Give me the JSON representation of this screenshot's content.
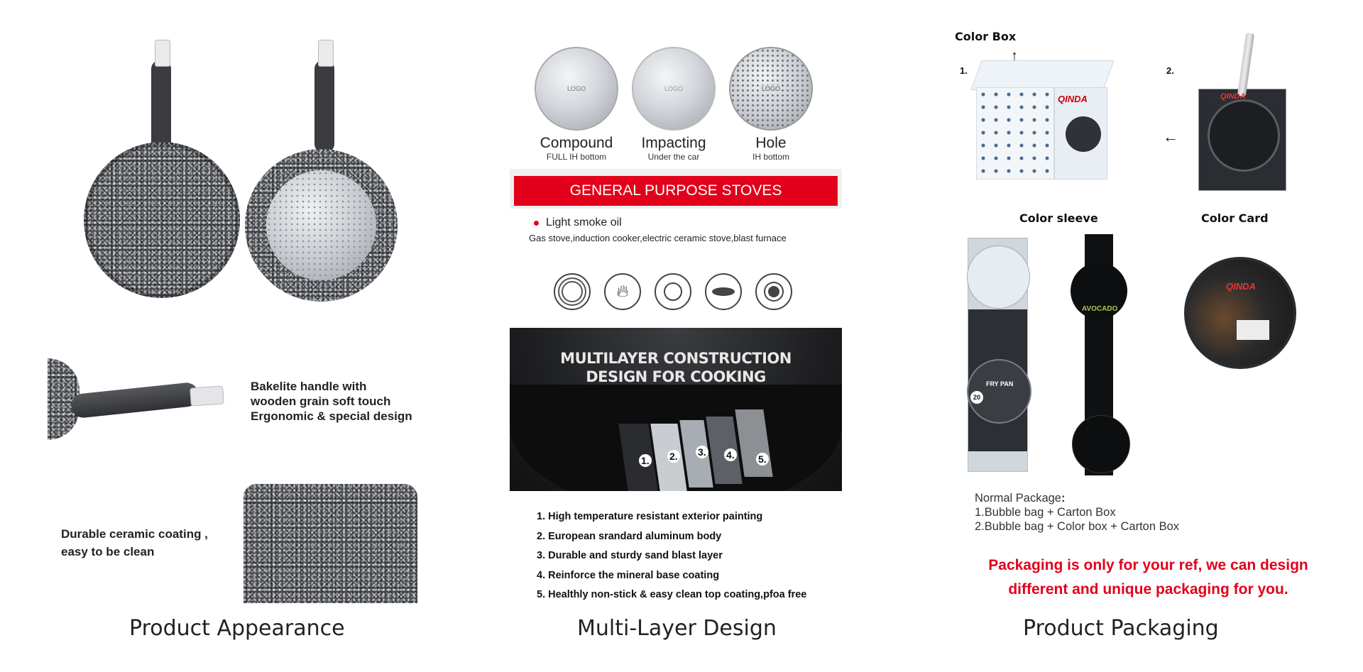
{
  "columns": [
    {
      "caption": "Product Appearance"
    },
    {
      "caption": "Multi-Layer Design"
    },
    {
      "caption": "Product Packaging"
    }
  ],
  "appearance": {
    "handle_text": [
      "Bakelite handle with",
      "wooden grain soft touch",
      "Ergonomic & special design"
    ],
    "coating_text": [
      "Durable ceramic coating ,",
      "easy to be clean"
    ]
  },
  "multilayer": {
    "bottoms": [
      {
        "name": "Compound",
        "sub": "FULL IH bottom",
        "logo": "LOGO"
      },
      {
        "name": "Impacting",
        "sub": "Under the car",
        "logo": "LOGO"
      },
      {
        "name": "Hole",
        "sub": "IH bottom",
        "logo": "LOGO"
      }
    ],
    "banner": "GENERAL PURPOSE STOVES",
    "oil_label": "Light smoke oil",
    "stoves_line": "Gas stove,induction cooker,electric ceramic stove,blast furnace",
    "stove_icons": [
      "coil-icon",
      "flame-icon",
      "gas-burner-icon",
      "ceramic-plate-icon",
      "induction-icon"
    ],
    "construction_title": [
      "MULTILAYER CONSTRUCTION",
      "DESIGN FOR COOKING"
    ],
    "layer_numbers": [
      "1.",
      "2.",
      "3.",
      "4.",
      "5."
    ],
    "layers": [
      "1. High temperature resistant exterior painting",
      "2. European srandard aluminum body",
      "3. Durable and sturdy sand blast layer",
      "4. Reinforce the mineral base coating",
      "5. Healthly non-stick & easy clean top coating,pfoa free"
    ]
  },
  "packaging": {
    "color_box": "Color Box",
    "num1": "1.",
    "num2": "2.",
    "color_sleeve": "Color sleeve",
    "color_card": "Color Card",
    "brand": "QINDA",
    "normal_title": "Normal Package",
    "normal_colon": ":",
    "normal_items": [
      "1.Bubble bag + Carton Box",
      "2.Bubble bag + Color box + Carton Box"
    ],
    "note": [
      "Packaging is only for your ref, we can design",
      "different and unique packaging for you."
    ],
    "note_color": "#e3001b",
    "sleeve_labels": {
      "fry_pan": "FRY PAN",
      "avocado": "AVOCADO",
      "size": "20"
    }
  }
}
